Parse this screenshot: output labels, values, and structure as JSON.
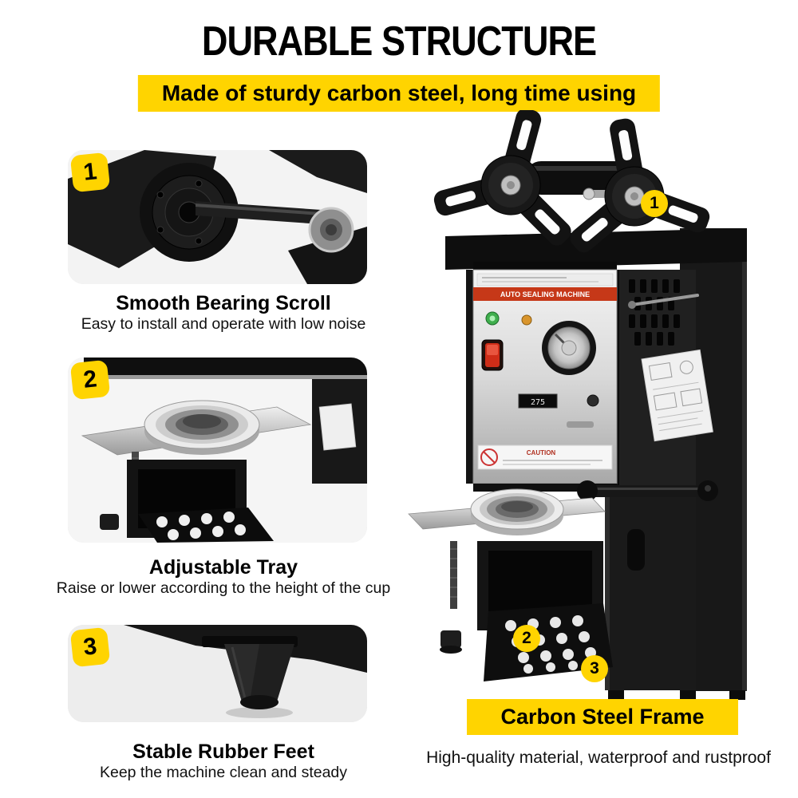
{
  "header": {
    "title": "DURABLE STRUCTURE",
    "banner": "Made of sturdy carbon steel, long time using"
  },
  "features": [
    {
      "number": "1",
      "title": "Smooth Bearing Scroll",
      "description": "Easy to install and operate with low noise"
    },
    {
      "number": "2",
      "title": "Adjustable Tray",
      "description": "Raise or lower according to the height of the cup"
    },
    {
      "number": "3",
      "title": "Stable Rubber Feet",
      "description": "Keep the machine clean and steady"
    }
  ],
  "machine": {
    "panel_title": "AUTO SEALING MACHINE",
    "counter_value": "275",
    "caution_label": "CAUTION",
    "badges": [
      {
        "number": "1"
      },
      {
        "number": "2"
      },
      {
        "number": "3"
      }
    ]
  },
  "highlight": {
    "title": "Carbon Steel Frame",
    "description": "High-quality material, waterproof and rustproof"
  },
  "colors": {
    "accent_yellow": "#FFD400",
    "ink": "#000000",
    "paper": "#FFFFFF"
  }
}
